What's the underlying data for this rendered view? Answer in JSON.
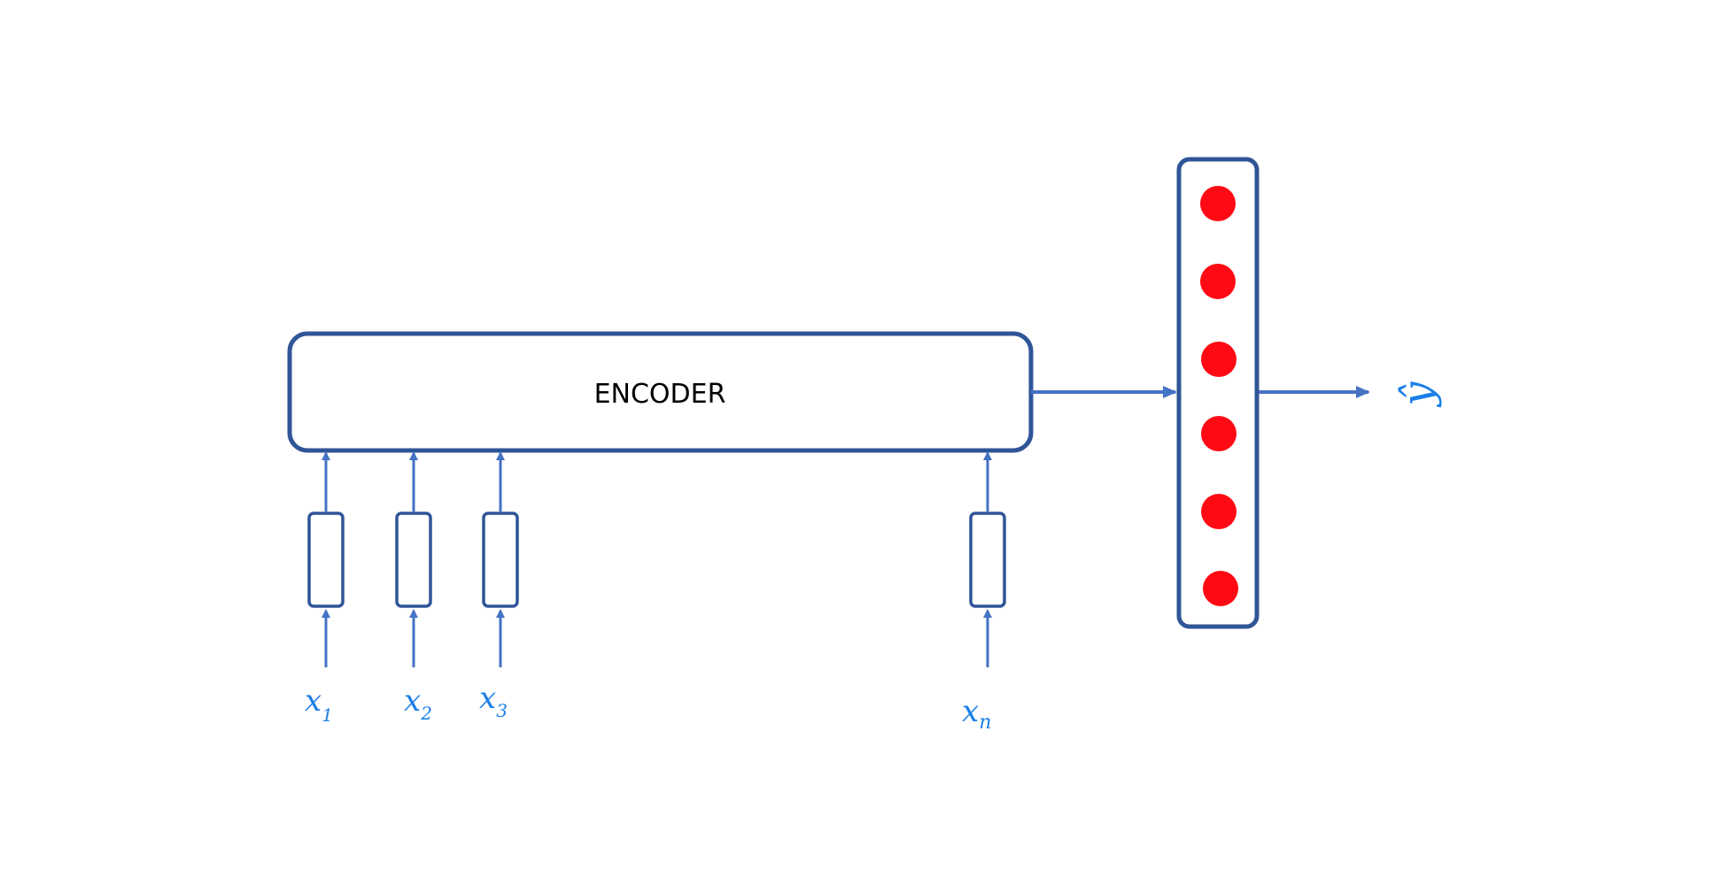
{
  "encoder": {
    "label": "ENCODER"
  },
  "inputs": [
    {
      "base": "x",
      "sub": "1"
    },
    {
      "base": "x",
      "sub": "2"
    },
    {
      "base": "x",
      "sub": "3"
    },
    {
      "base": "x",
      "sub": "n"
    }
  ],
  "output": {
    "label": "ŷ"
  },
  "output_layer": {
    "neuron_count": 6
  },
  "colors": {
    "stroke": "#2f5597",
    "arrow": "#4472c4",
    "neuron": "#ff0a14",
    "handwriting": "#1a7fe8"
  }
}
